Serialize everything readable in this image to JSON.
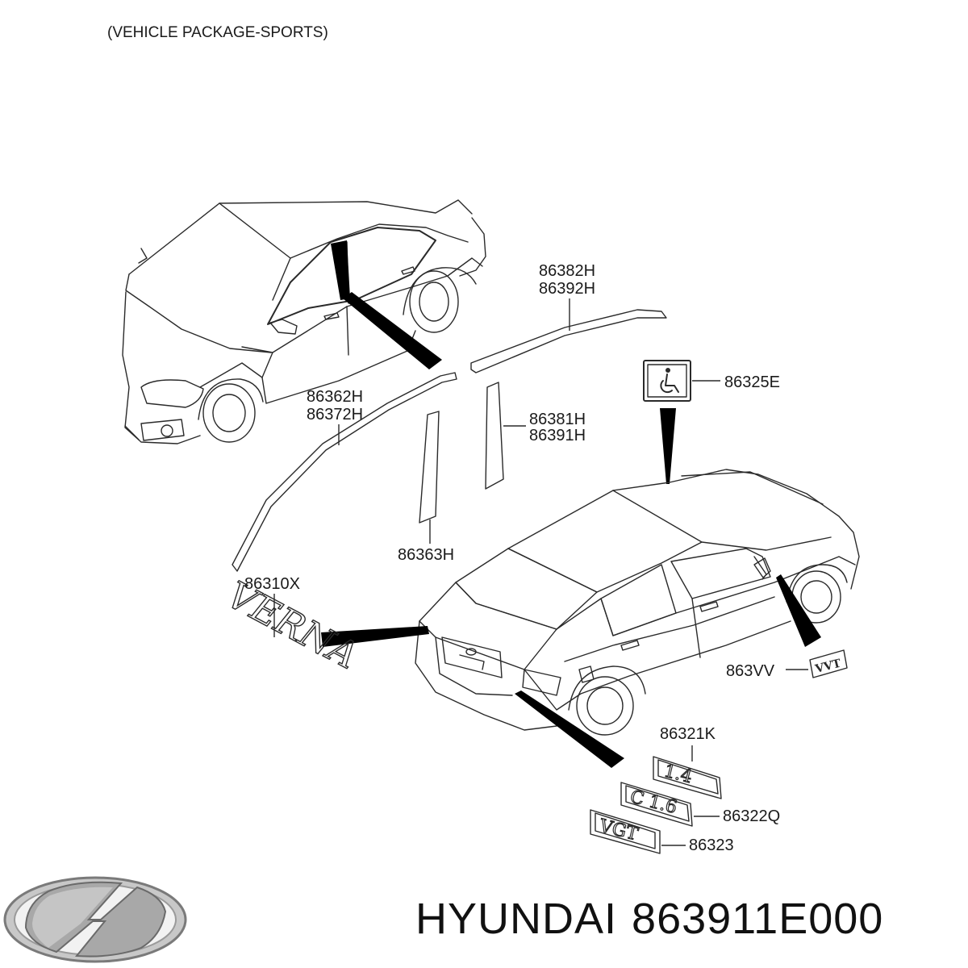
{
  "header": {
    "package_note": "(VEHICLE PACKAGE-SPORTS)"
  },
  "parts": {
    "roof_trim_top": [
      "86382H",
      "86392H"
    ],
    "wheelchair_badge": "86325E",
    "roof_trim_front": [
      "86362H",
      "86372H"
    ],
    "rear_pillar_garnish": [
      "86381H",
      "86391H"
    ],
    "front_pillar_garnish": "86363H",
    "model_emblem": "86310X",
    "vvt_emblem": "863VV",
    "emblem_14": "86321K",
    "emblem_16": "86322Q",
    "emblem_vgt": "86323"
  },
  "emblem_text": {
    "model_script": "VERNA",
    "vvt": "VVT",
    "e14": "1.4",
    "e16": "C 1.6",
    "vgt": "VGT"
  },
  "footer": {
    "brand": "HYUNDAI",
    "part_number": "863911E000"
  }
}
